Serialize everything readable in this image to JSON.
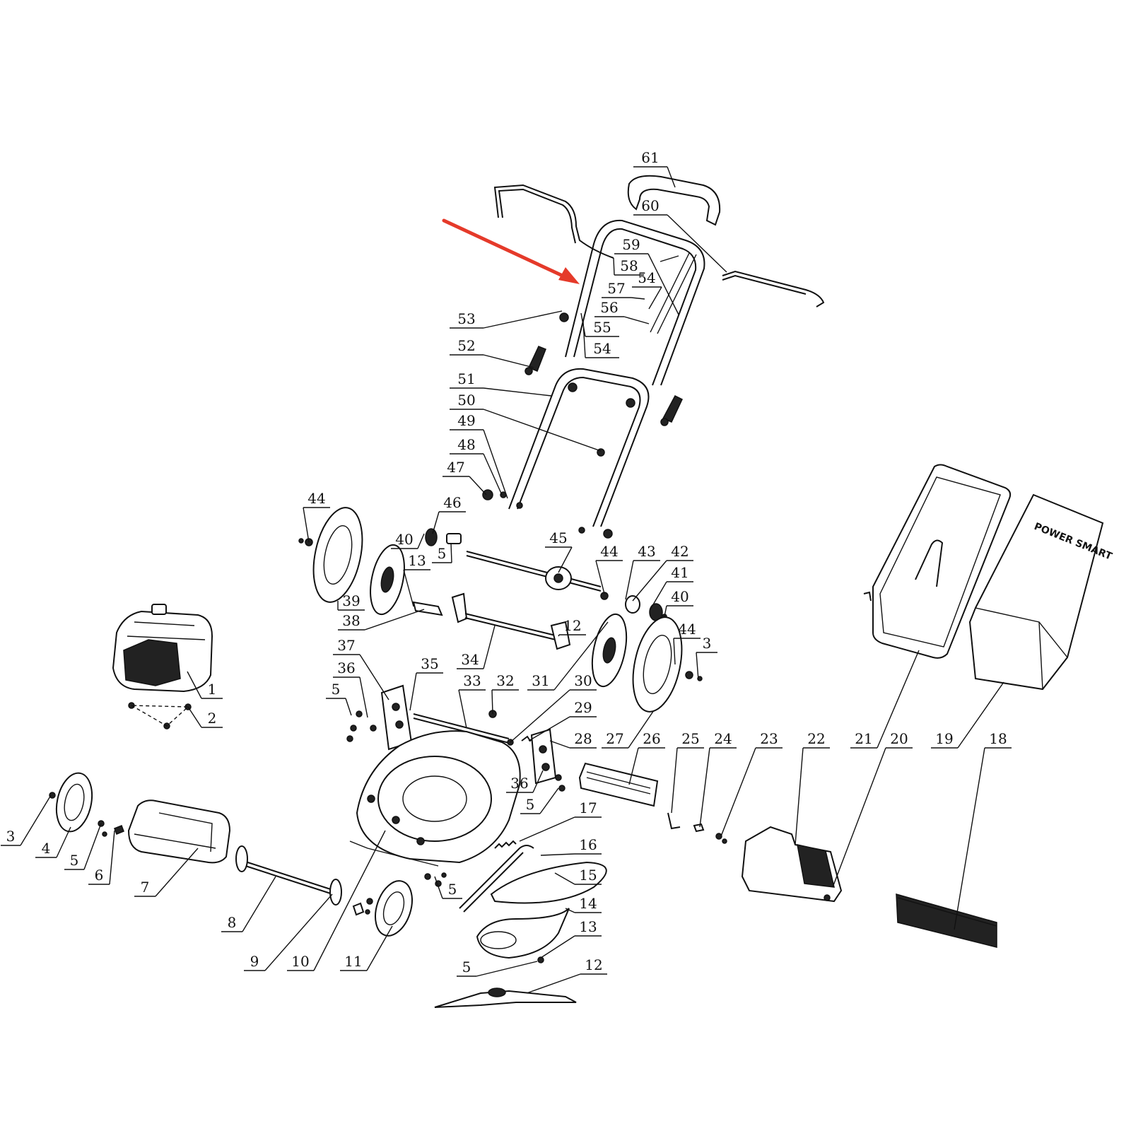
{
  "brand_logo": "POWER SMART",
  "arrow_color": "#e53a2a",
  "ink_color": "#111111",
  "callouts": [
    {
      "id": "61",
      "label": "61"
    },
    {
      "id": "60",
      "label": "60"
    },
    {
      "id": "59",
      "label": "59"
    },
    {
      "id": "58",
      "label": "58"
    },
    {
      "id": "54a",
      "label": "54"
    },
    {
      "id": "57",
      "label": "57"
    },
    {
      "id": "56",
      "label": "56"
    },
    {
      "id": "55",
      "label": "55"
    },
    {
      "id": "54b",
      "label": "54"
    },
    {
      "id": "53",
      "label": "53"
    },
    {
      "id": "52",
      "label": "52"
    },
    {
      "id": "51",
      "label": "51"
    },
    {
      "id": "50",
      "label": "50"
    },
    {
      "id": "49",
      "label": "49"
    },
    {
      "id": "48",
      "label": "48"
    },
    {
      "id": "47",
      "label": "47"
    },
    {
      "id": "46",
      "label": "46"
    },
    {
      "id": "44a",
      "label": "44"
    },
    {
      "id": "40a",
      "label": "40"
    },
    {
      "id": "5a",
      "label": "5"
    },
    {
      "id": "45",
      "label": "45"
    },
    {
      "id": "44b",
      "label": "44"
    },
    {
      "id": "43",
      "label": "43"
    },
    {
      "id": "42",
      "label": "42"
    },
    {
      "id": "41",
      "label": "41"
    },
    {
      "id": "40b",
      "label": "40"
    },
    {
      "id": "13a",
      "label": "13"
    },
    {
      "id": "39",
      "label": "39"
    },
    {
      "id": "38",
      "label": "38"
    },
    {
      "id": "12a",
      "label": "12"
    },
    {
      "id": "44c",
      "label": "44"
    },
    {
      "id": "3a",
      "label": "3"
    },
    {
      "id": "37",
      "label": "37"
    },
    {
      "id": "34",
      "label": "34"
    },
    {
      "id": "36a",
      "label": "36"
    },
    {
      "id": "35",
      "label": "35"
    },
    {
      "id": "33",
      "label": "33"
    },
    {
      "id": "32",
      "label": "32"
    },
    {
      "id": "31",
      "label": "31"
    },
    {
      "id": "30",
      "label": "30"
    },
    {
      "id": "5b",
      "label": "5"
    },
    {
      "id": "29",
      "label": "29"
    },
    {
      "id": "1",
      "label": "1"
    },
    {
      "id": "2",
      "label": "2"
    },
    {
      "id": "28",
      "label": "28"
    },
    {
      "id": "27",
      "label": "27"
    },
    {
      "id": "26",
      "label": "26"
    },
    {
      "id": "25",
      "label": "25"
    },
    {
      "id": "24",
      "label": "24"
    },
    {
      "id": "23",
      "label": "23"
    },
    {
      "id": "22",
      "label": "22"
    },
    {
      "id": "21",
      "label": "21"
    },
    {
      "id": "20",
      "label": "20"
    },
    {
      "id": "19",
      "label": "19"
    },
    {
      "id": "18",
      "label": "18"
    },
    {
      "id": "36b",
      "label": "36"
    },
    {
      "id": "5c",
      "label": "5"
    },
    {
      "id": "17",
      "label": "17"
    },
    {
      "id": "16",
      "label": "16"
    },
    {
      "id": "15",
      "label": "15"
    },
    {
      "id": "14",
      "label": "14"
    },
    {
      "id": "13b",
      "label": "13"
    },
    {
      "id": "12b",
      "label": "12"
    },
    {
      "id": "5d",
      "label": "5"
    },
    {
      "id": "5e",
      "label": "5"
    },
    {
      "id": "11",
      "label": "11"
    },
    {
      "id": "10",
      "label": "10"
    },
    {
      "id": "9",
      "label": "9"
    },
    {
      "id": "8",
      "label": "8"
    },
    {
      "id": "7",
      "label": "7"
    },
    {
      "id": "6",
      "label": "6"
    },
    {
      "id": "5f",
      "label": "5"
    },
    {
      "id": "4",
      "label": "4"
    },
    {
      "id": "3b",
      "label": "3"
    }
  ]
}
